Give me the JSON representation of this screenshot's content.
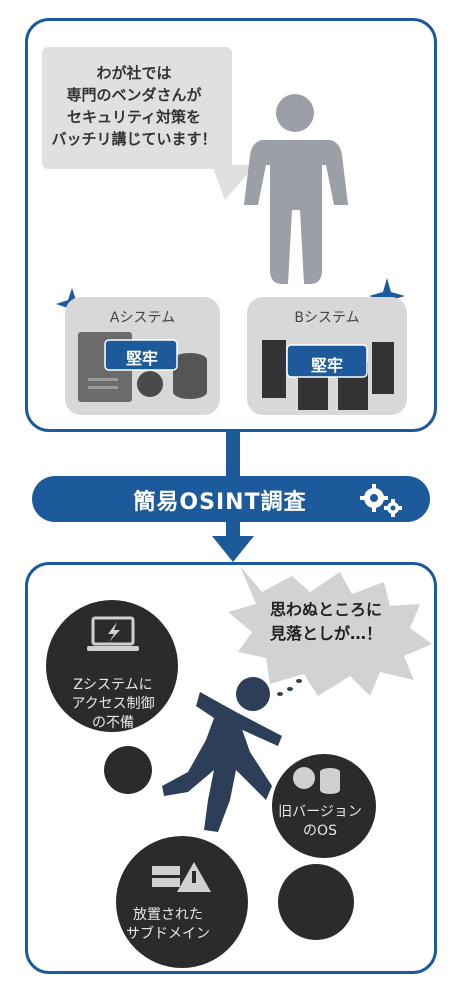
{
  "speech_bubble": {
    "lines": [
      "わが社では",
      "専門のベンダさんが",
      "セキュリティ対策を",
      "バッチリ講じています！"
    ]
  },
  "systems": [
    {
      "label": "Aシステム",
      "badge": "堅牢"
    },
    {
      "label": "Bシステム",
      "badge": "堅牢"
    }
  ],
  "banner": {
    "title": "簡易OSINT調査",
    "icon": "gears-icon"
  },
  "shout_bubble": {
    "lines": [
      "思わぬところに",
      "見落としが…！"
    ]
  },
  "findings": [
    {
      "lines": [
        "Zシステムに",
        "アクセス制御",
        "の不備"
      ],
      "icon": "laptop-warning-icon"
    },
    {
      "lines": [
        "旧バージョン",
        "のOS"
      ],
      "icon": "skull-database-icon"
    },
    {
      "lines": [
        "放置された",
        "サブドメイン"
      ],
      "icon": "server-warning-icon"
    }
  ],
  "colors": {
    "brand_blue": "#1d5a9c",
    "dark_blob": "#2b2b2b",
    "card_gray": "#d8d8d8",
    "person_gray": "#9aa0a6",
    "person_navy": "#2d3e58"
  }
}
